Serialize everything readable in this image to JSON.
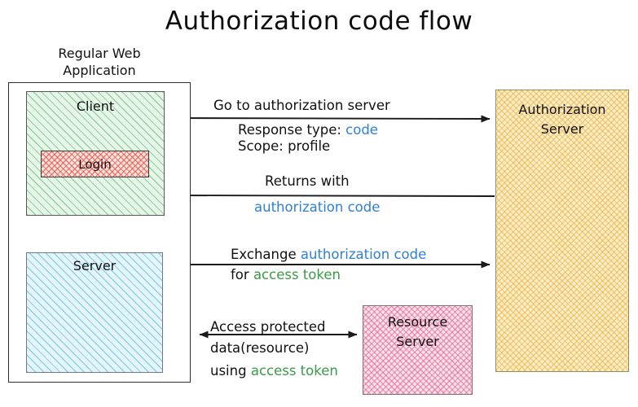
{
  "title": "Authorization code flow",
  "nodes": {
    "outer_container": {
      "label": "Regular Web\nApplication",
      "label_line1": "Regular Web",
      "label_line2": "Application"
    },
    "client": {
      "label": "Client",
      "color": "#e6f6e8"
    },
    "login": {
      "label": "Login",
      "color": "#fde3e0"
    },
    "server": {
      "label": "Server",
      "color": "#e4f5fb"
    },
    "authorization_server": {
      "label_line1": "Authorization",
      "label_line2": "Server",
      "color": "#fdefc9"
    },
    "resource_server": {
      "label_line1": "Resource",
      "label_line2": "Server",
      "color": "#fbe3ec"
    }
  },
  "flows": {
    "step1": {
      "main": "Go to authorization server",
      "sub1_prefix": "Response type: ",
      "sub1_value": "code",
      "sub2_prefix": "Scope: ",
      "sub2_value": "profile",
      "direction": "client-to-authorization-server"
    },
    "step2": {
      "main": "Returns with",
      "sub1": "authorization code",
      "direction": "authorization-server-to-client"
    },
    "step3": {
      "line1_prefix": "Exchange ",
      "line1_value": "authorization code",
      "line2_prefix": "for ",
      "line2_value": "access token",
      "direction": "server-to-authorization-server"
    },
    "step4": {
      "line1": "Access protected",
      "line2": "data(resource)",
      "line3_prefix": "using ",
      "line3_value": "access token",
      "direction": "server-to-resource-server-bidirectional"
    }
  },
  "colors": {
    "blue_highlight": "#2f7fd4",
    "green_highlight": "#3a9a47",
    "stroke": "#111111",
    "background": "#ffffff"
  }
}
